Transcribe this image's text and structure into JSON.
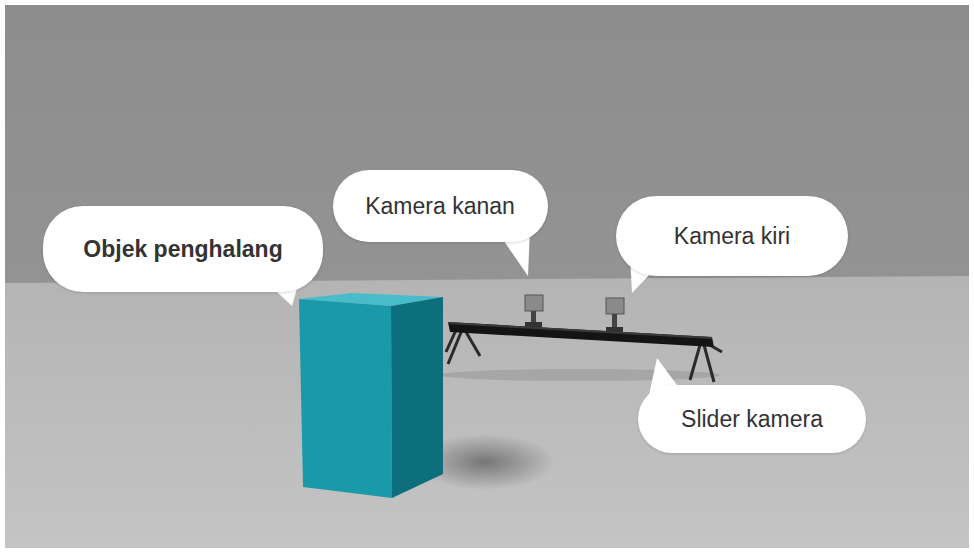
{
  "diagram": {
    "nodes": [
      {
        "text": [
          "Objek penghalang"
        ]
      },
      {
        "text": [
          "Kamera kanan"
        ]
      },
      {
        "text": [
          "Kamera kiri"
        ]
      },
      {
        "text": [
          "Slider kamera"
        ]
      }
    ]
  }
}
